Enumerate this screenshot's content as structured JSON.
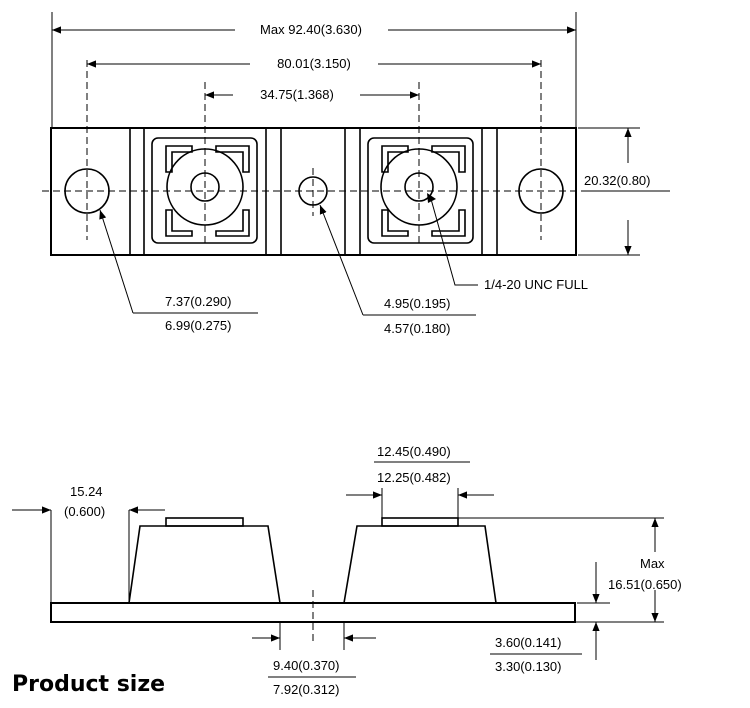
{
  "caption": "Product size",
  "top_view": {
    "overall_length": "Max 92.40(3.630)",
    "terminal_spacing": "80.01(3.150)",
    "stud_spacing": "34.75(1.368)",
    "height": "20.32(0.80)",
    "mount_hole_max": "7.37(0.290)",
    "mount_hole_min": "6.99(0.275)",
    "center_hole_max": "4.95(0.195)",
    "center_hole_min": "4.57(0.180)",
    "thread_note": "1/4-20 UNC FULL"
  },
  "side_view": {
    "edge_offset_value": "15.24",
    "edge_offset_inch": "(0.600)",
    "pad_width_max": "12.45(0.490)",
    "pad_width_min": "12.25(0.482)",
    "height_prefix": "Max",
    "height_value": "16.51(0.650)",
    "base_thickness_max": "3.60(0.141)",
    "base_thickness_min": "3.30(0.130)",
    "gap_max": "9.40(0.370)",
    "gap_min": "7.92(0.312)"
  }
}
